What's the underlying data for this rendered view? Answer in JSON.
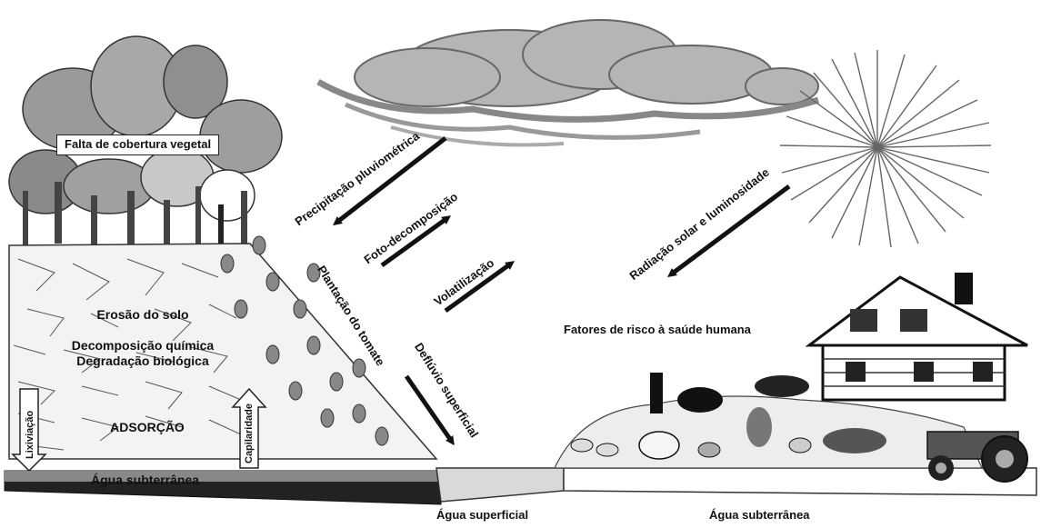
{
  "labels": {
    "falta_cobertura": "Falta de cobertura vegetal",
    "erosao": "Erosão do solo",
    "decomposicao": "Decomposição química",
    "degradacao": "Degradação biológica",
    "adsorcao": "ADSORÇÃO",
    "lixiviacao": "Lixiviação",
    "capilaridade": "Capilaridade",
    "agua_subterranea_left": "Água subterrânea",
    "agua_superficial": "Água superficial",
    "agua_subterranea_right": "Água subterrânea",
    "precipitacao": "Precipitação pluviométrica",
    "foto_decomposicao": "Foto-decomposição",
    "volatilizacao": "Volatilização",
    "plantacao": "Plantação do tomate",
    "defluvio": "Deflúvio superficial",
    "radiacao": "Radiação solar e luminosidade",
    "fatores_risco": "Fatores de risco à saúde humana"
  },
  "colors": {
    "ink": "#111111",
    "ground_dark": "#1a1a1a",
    "cloud": "#8c8c8c",
    "sun_rays": "#777777",
    "water": "#d9d9d9"
  }
}
